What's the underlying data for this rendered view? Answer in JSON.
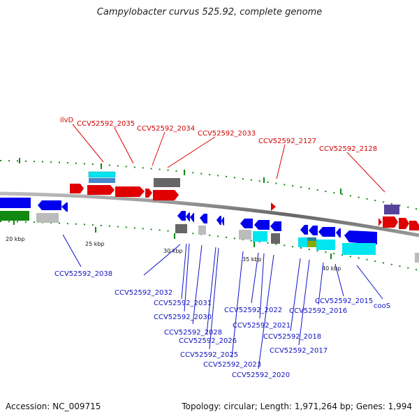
{
  "title": "Campylobacter curvus 525.92, complete genome",
  "accession": "Accession: NC_009715",
  "topology": "Topology: circular; Length: 1,971,264 bp; Genes: 1,994",
  "colors": {
    "forward": "#e00000",
    "reverse": "#0000ee",
    "cyan": "#00e5f0",
    "grey": "#888888",
    "green": "#118811",
    "purple": "#554499",
    "tick": "#118811",
    "label_red": "#d00000",
    "label_blue": "#1010c0"
  },
  "scale_labels": [
    "20 kbp",
    "25 kbp",
    "30 kbp",
    "35 kbp",
    "40 kbp"
  ],
  "top_labels": [
    "ilvD",
    "CCV52592_2035",
    "CCV52592_2034",
    "CCV52592_2033",
    "CCV52592_2127",
    "CCV52592_2128"
  ],
  "bottom_labels": [
    "CCV52592_2038",
    "CCV52592_2032",
    "CCV52592_2031",
    "CCV52592_2030",
    "CCV52592_2028",
    "CCV52592_2026",
    "CCV52592_2025",
    "CCV52592_2023",
    "CCV52592_2022",
    "CCV52592_2021",
    "CCV52592_2020",
    "CCV52592_2018",
    "CCV52592_2017",
    "CCV52592_2016",
    "CCV52592_2015",
    "cooS"
  ]
}
